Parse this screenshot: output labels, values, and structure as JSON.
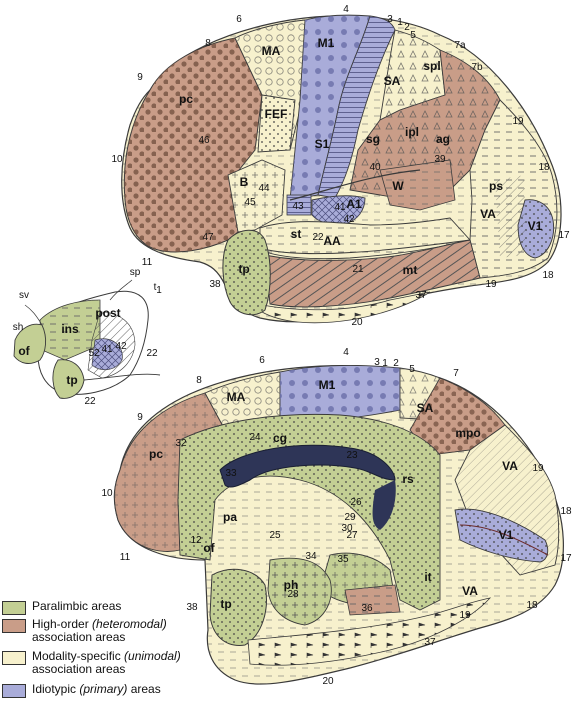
{
  "colors": {
    "paralimbic": "#c3cf94",
    "heteromodal": "#c99d88",
    "unimodal": "#f7f1cd",
    "idiotypic": "#a9acd9",
    "outline": "#3a3a3a",
    "dark": "#2e3557"
  },
  "lateral": {
    "labels": [
      "MA",
      "M1",
      "SA",
      "spl",
      "pc",
      "FEF",
      "S1",
      "sg",
      "ipl",
      "ag",
      "B",
      "W",
      "A1",
      "AA",
      "st",
      "ps",
      "VA",
      "V1",
      "tp",
      "mt"
    ],
    "numbers": [
      "46",
      "44",
      "45",
      "47",
      "40",
      "39",
      "43",
      "41",
      "42",
      "22",
      "21"
    ],
    "edge_numbers": [
      "4",
      "6",
      "3",
      "1",
      "2",
      "5",
      "7a",
      "7b",
      "19",
      "18",
      "17",
      "18",
      "19",
      "37",
      "20",
      "38",
      "11",
      "10",
      "9",
      "8"
    ]
  },
  "insula": {
    "labels": [
      "ins",
      "post",
      "of",
      "tp"
    ],
    "small": [
      "sv",
      "sp",
      "sh",
      "t",
      "1"
    ],
    "numbers": [
      "52",
      "41",
      "42",
      "22",
      "22"
    ]
  },
  "medial": {
    "labels": [
      "MA",
      "M1",
      "SA",
      "mpo",
      "pc",
      "cg",
      "rs",
      "pa",
      "of",
      "ph",
      "tp",
      "VA",
      "V1",
      "VA",
      "it"
    ],
    "numbers": [
      "24",
      "23",
      "32",
      "33",
      "26",
      "29",
      "30",
      "27",
      "25",
      "12",
      "34",
      "35",
      "28",
      "36"
    ],
    "edge_numbers": [
      "4",
      "3",
      "1",
      "2",
      "5",
      "7",
      "6",
      "8",
      "9",
      "10",
      "11",
      "19",
      "18",
      "17",
      "18",
      "19",
      "37",
      "20",
      "38"
    ]
  },
  "legend": [
    {
      "key": "paralimbic",
      "line1": "Paralimbic areas",
      "line2": ""
    },
    {
      "key": "heteromodal",
      "line1": "High-order ",
      "line1_italic": "(heteromodal)",
      "line2": "association areas"
    },
    {
      "key": "unimodal",
      "line1": "Modality-specific ",
      "line1_italic": "(unimodal)",
      "line2": "association areas"
    },
    {
      "key": "idiotypic",
      "line1": "Idiotypic ",
      "line1_italic": "(primary)",
      "line1_tail": " areas",
      "line2": ""
    }
  ]
}
